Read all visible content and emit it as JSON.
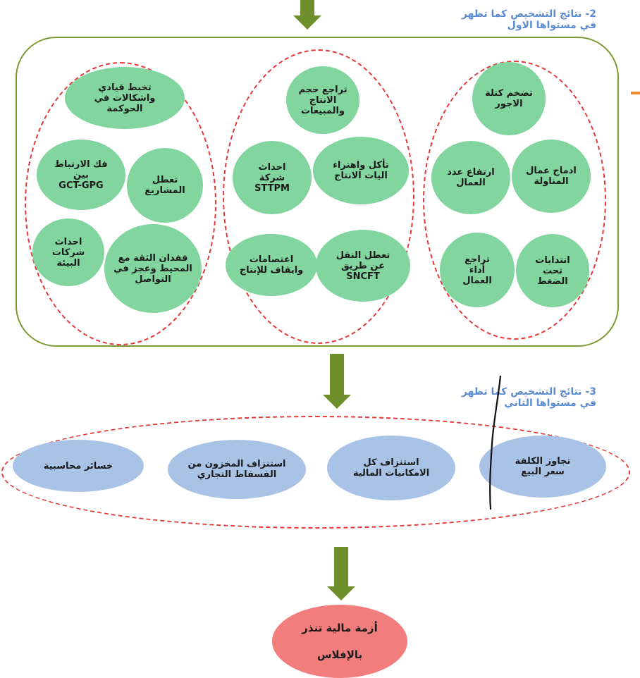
{
  "colors": {
    "arrow": "#6f8f2c",
    "box_border": "#7c9a34",
    "dashed_oval": "#e23a3a",
    "green_bubble": "#82d59e",
    "blue_bubble": "#a9c3e6",
    "final_bubble": "#f27d7d",
    "section_label": "#5b8bd1"
  },
  "section2": {
    "label": "2- نتائج التشخيص كما تظهر\nفي مستواها الاول",
    "left_group": {
      "b1": "تخبط قيادي\nواشكالات في\nالحوكمة",
      "b2": "فك الارتباط\nبين\nGCT-GPG",
      "b3": "تعطل\nالمشاريع",
      "b4": "احداث\nشركات\nالبيئة",
      "b5": "ففدان الثقة مع\nالمحيط وعجز في\nالتواصل"
    },
    "middle_group": {
      "b1": "تراجع حجم\nالانتاج\nوالمبيعات",
      "b2": "احداث\nشركة\nSTTPM",
      "b3": "تأكل واهتراء\nاليات الانتاج",
      "b4": "اعتصامات\nوايقاف للإنتاج",
      "b5": "تعطل النقل\nعن طريق\nSNCFT"
    },
    "right_group": {
      "b1": "تضخم كتلة\nالاجور",
      "b2": "ارتفاع عدد\nالعمال",
      "b3": "ادماج عمال\nالمناولة",
      "b4": "تراجع\nأداء\nالعمال",
      "b5": "انتدابات\nتحت\nالضغط"
    }
  },
  "section3": {
    "label": "3- نتائج التشخيص كما تظهر\nفي مستواها الثاني",
    "items": [
      "خسائر محاسبية",
      "استنزاف المخزون من\nالفسفاط التجاري",
      "استنزاف كل\nالامكانيات المالية",
      "تجاوز الكلفة\nسعر البيع"
    ]
  },
  "final": {
    "text": "أزمة مالية تنذر\nبالإفلاس"
  }
}
